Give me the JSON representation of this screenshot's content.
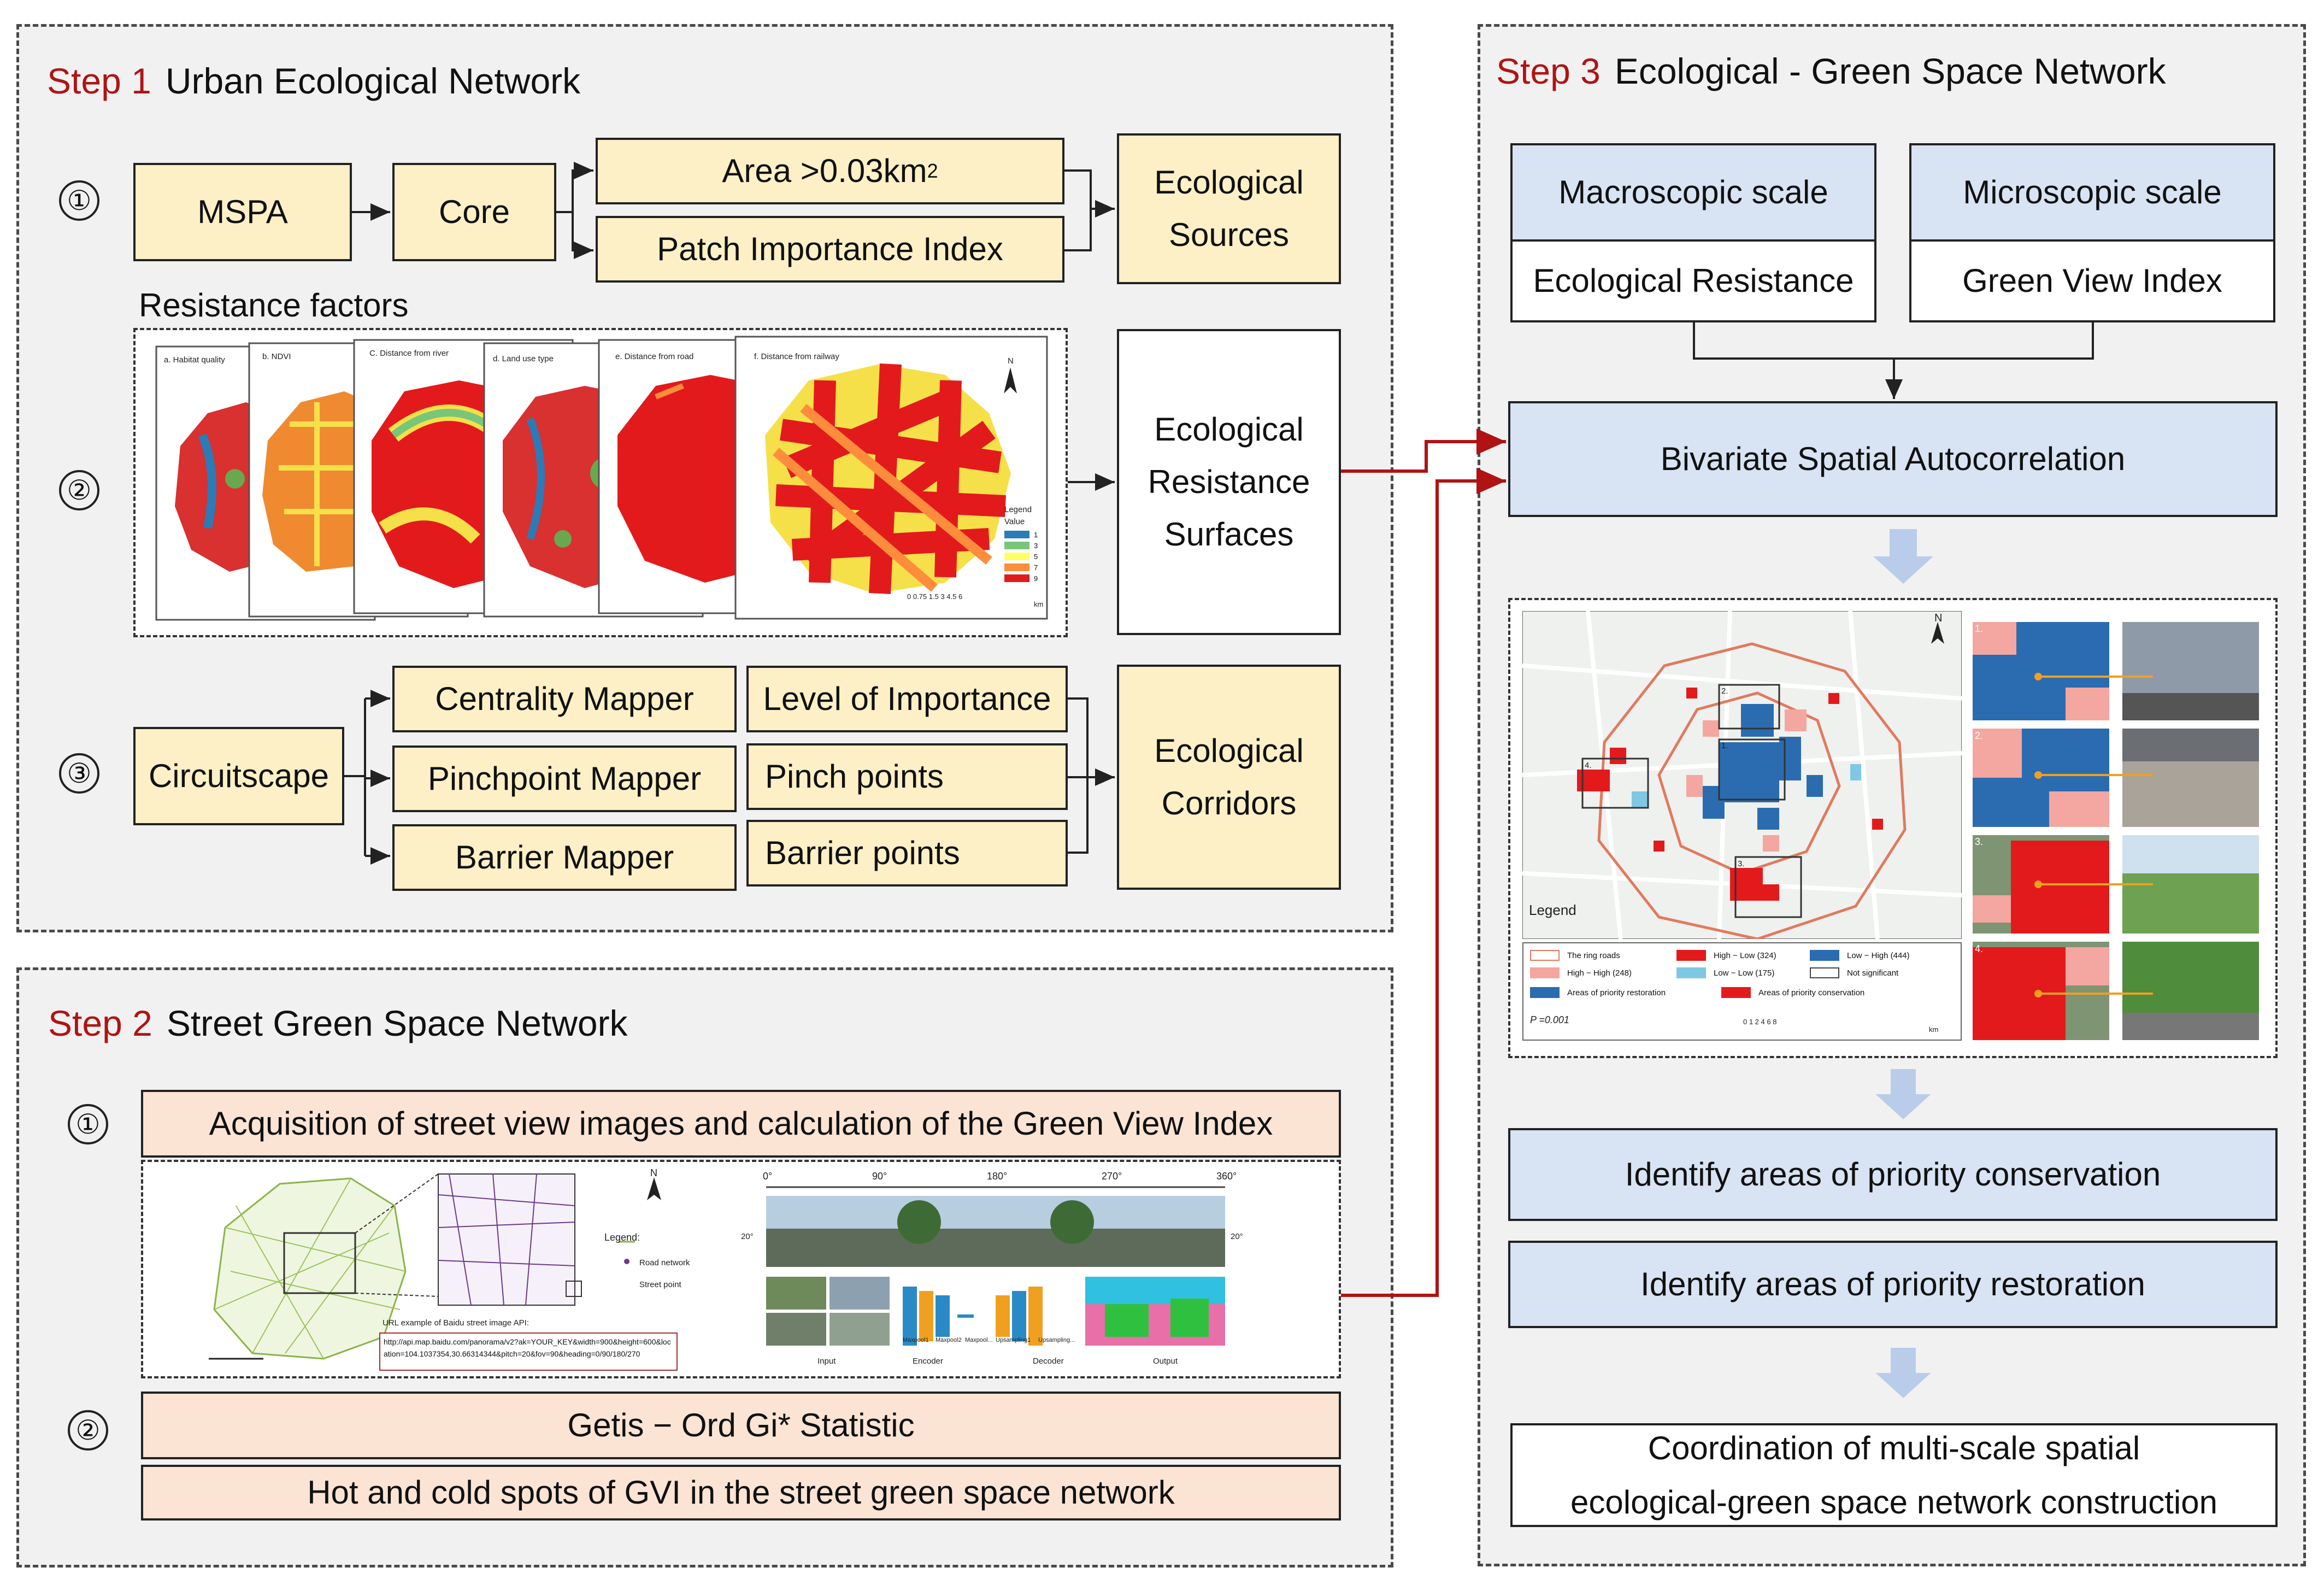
{
  "step1": {
    "step_label": "Step 1",
    "title": "Urban Ecological Network",
    "num1": "①",
    "num2": "②",
    "num3": "③",
    "mspa": "MSPA",
    "core": "Core",
    "area_prefix": "Area >0.03km",
    "area_sup": "2",
    "patch_importance": "Patch Importance Index",
    "ecological_sources": [
      "Ecological",
      "Sources"
    ],
    "resistance_factors": "Resistance factors",
    "maps": {
      "a": "a. Habitat quality",
      "b": "b. NDVI",
      "c": "C. Distance from river",
      "d": "d. Land use type",
      "e": "e. Distance from road",
      "f": "f. Distance from railway",
      "north": "N",
      "legend": "Legend",
      "value": "Value",
      "legend_values": [
        "1",
        "3",
        "5",
        "7",
        "9"
      ],
      "legend_colors": [
        "#2c7bb6",
        "#78c679",
        "#ffff66",
        "#fd8d3c",
        "#e31a1c"
      ],
      "scale": "0 0.75 1.5   3   4.5   6",
      "scale_unit": "km"
    },
    "resistance_surfaces": [
      "Ecological",
      "Resistance",
      "Surfaces"
    ],
    "circuitscape": "Circuitscape",
    "centrality_mapper": "Centrality Mapper",
    "pinchpoint_mapper": "Pinchpoint Mapper",
    "barrier_mapper": "Barrier Mapper",
    "level_of_importance": "Level of Importance",
    "pinch_points": "Pinch points",
    "barrier_points": "Barrier points",
    "ecological_corridors": [
      "Ecological",
      "Corridors"
    ]
  },
  "step2": {
    "step_label": "Step 2",
    "title": "Street Green Space  Network",
    "num1": "①",
    "num2": "②",
    "acquisition": "Acquisition of street view images and calculation of the Green View Index",
    "legend": "Legend:",
    "road_network": "Road network",
    "street_point": "Street point",
    "north": "N",
    "url_title": "URL example of Baidu street image API:",
    "url_text": "http://api.map.baidu.com/panorama/v2?ak=YOUR_KEY&width=900&height=600&location=104.1037354,30.66314344&pitch=20&fov=90&heading=0/90/180/270",
    "angles": [
      "0°",
      "90°",
      "180°",
      "270°",
      "360°"
    ],
    "pitch": "20°",
    "pipeline": [
      "Input",
      "Encoder",
      "Decoder",
      "Output"
    ],
    "layer_labels": [
      "Maxpool1",
      "Maxpool2",
      "Maxpool...",
      "Upsampling1",
      "Upsampling..."
    ],
    "getis": "Getis − Ord Gi* Statistic",
    "hotcold": "Hot and cold spots of GVI in the street green space network"
  },
  "step3": {
    "step_label": "Step 3",
    "title": "Ecological - Green Space Network",
    "macro": "Macroscopic scale",
    "eco_resistance": "Ecological Resistance",
    "micro": "Microscopic scale",
    "gvi": "Green View Index",
    "bivariate": "Bivariate Spatial Autocorrelation",
    "map": {
      "legend_title": "Legend",
      "north": "N",
      "box_labels": [
        "1.",
        "2.",
        "3.",
        "4."
      ],
      "items": [
        {
          "label": "The ring roads",
          "color": "#ffffff",
          "stroke": "#e07a5f"
        },
        {
          "label": "High − Low (324)",
          "color": "#e31a1c",
          "stroke": "#e31a1c"
        },
        {
          "label": "Low − High (444)",
          "color": "#2b6cb0",
          "stroke": "#2b6cb0"
        },
        {
          "label": "High − High (248)",
          "color": "#f4a6a0",
          "stroke": "#f4a6a0"
        },
        {
          "label": "Low − Low (175)",
          "color": "#7ec8e3",
          "stroke": "#7ec8e3"
        },
        {
          "label": "Not significant",
          "color": "#ffffff",
          "stroke": "#444444"
        },
        {
          "label": "Areas of  priority restoration",
          "color": "#2b6cb0",
          "stroke": "#2b6cb0"
        },
        {
          "label": "Areas of  priority conservation",
          "color": "#e31a1c",
          "stroke": "#e31a1c"
        }
      ],
      "p_value": "P =0.001",
      "scale": "0    1    2         4         6         8",
      "scale_unit": "km"
    },
    "identify_conservation": "Identify areas of priority conservation",
    "identify_restoration": "Identify areas of priority restoration",
    "coordination": [
      "Coordination of multi-scale spatial",
      "ecological-green space network construction"
    ],
    "colors": {
      "accent_red": "#b01313",
      "arrow_blue": "#b9cdea",
      "yellow_box": "#fdf0c6",
      "blue_box": "#d8e3f3",
      "peach_box": "#fbe4d4"
    }
  }
}
